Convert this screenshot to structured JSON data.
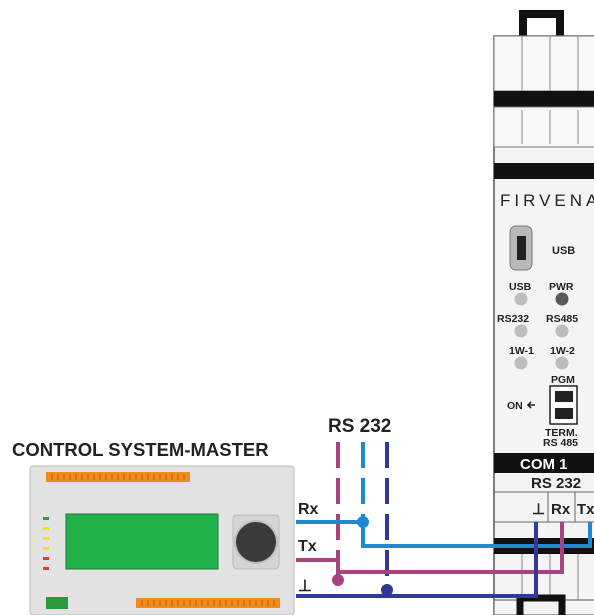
{
  "master": {
    "title": "CONTROL SYSTEM-MASTER",
    "pin_rx": "Rx",
    "pin_tx": "Tx",
    "pin_gnd": "⊥"
  },
  "bus": {
    "label": "RS 232"
  },
  "device": {
    "brand": "FIRVENA",
    "usb_port_label": "USB",
    "leds": {
      "usb": "USB",
      "pwr": "PWR",
      "rs232": "RS232",
      "rs485": "RS485",
      "w1": "1W-1",
      "w2": "1W-2"
    },
    "pgm_label": "PGM",
    "on_label": "ON",
    "term_line1": "TERM.",
    "term_line2": "RS 485",
    "com_label": "COM 1",
    "com_type": "RS 232",
    "term_gnd": "⊥",
    "term_rx": "Rx",
    "term_tx": "Tx"
  },
  "colors": {
    "rx_wire": "#1e88d0",
    "tx_wire": "#a8437f",
    "gnd_wire": "#2e3a96",
    "lcd": "#22b04a",
    "terminal_orange": "#f08a1a",
    "led_yellow": "#f2e21a",
    "led_red": "#e23a3a",
    "led_green": "#2a9a3a"
  }
}
